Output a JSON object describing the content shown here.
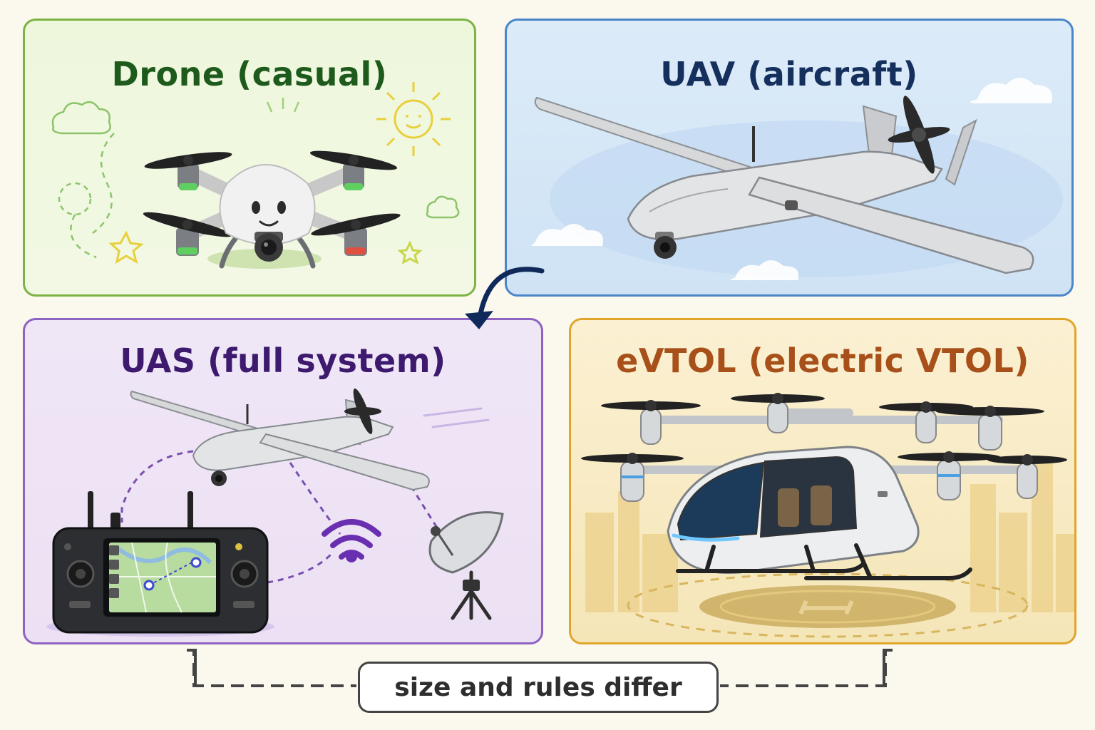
{
  "panels": {
    "drone": {
      "title": "Drone (casual)",
      "title_color": "#1f5a1d",
      "border_color": "#7cb342"
    },
    "uav": {
      "title": "UAV (aircraft)",
      "title_color": "#16305e",
      "border_color": "#4a86c8"
    },
    "uas": {
      "title": "UAS (full system)",
      "title_color": "#3d1a6e",
      "border_color": "#8e63c2"
    },
    "evtol": {
      "title": "eVTOL (electric VTOL)",
      "title_color": "#a8501a",
      "border_color": "#e0a52a"
    }
  },
  "footer": {
    "label": "size and rules differ"
  },
  "icons": {
    "drone": "quadcopter-icon",
    "uav": "fixed-wing-drone-icon",
    "uas": [
      "fixed-wing-drone-icon",
      "ground-controller-icon",
      "wifi-signal-icon",
      "satellite-dish-icon"
    ],
    "evtol": [
      "air-taxi-icon",
      "helipad-icon",
      "city-skyline-icon"
    ]
  }
}
